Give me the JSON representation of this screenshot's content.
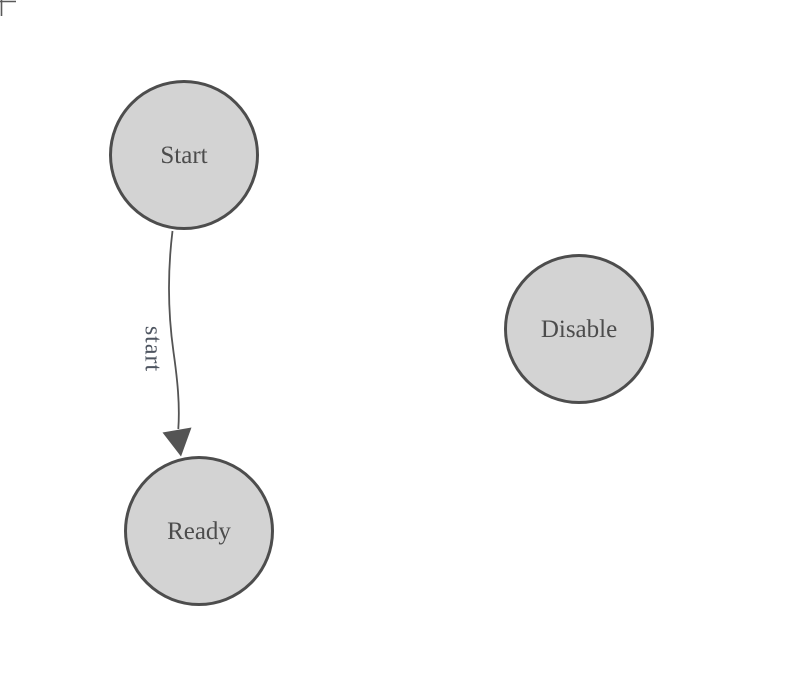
{
  "diagram": {
    "type": "state-diagram",
    "nodes": [
      {
        "id": "start",
        "label": "Start"
      },
      {
        "id": "ready",
        "label": "Ready"
      },
      {
        "id": "disable",
        "label": "Disable"
      }
    ],
    "edges": [
      {
        "from": "Start",
        "to": "Ready",
        "label": "start"
      }
    ],
    "colors": {
      "node_fill": "#d3d3d3",
      "node_stroke": "#4d4d4d",
      "node_text": "#4c4c4c",
      "edge_stroke": "#545454",
      "arrowhead_fill": "#545454",
      "edge_label_text": "#4e5560",
      "origin_mark": "#5a5a5a",
      "background": "#ffffff"
    }
  }
}
